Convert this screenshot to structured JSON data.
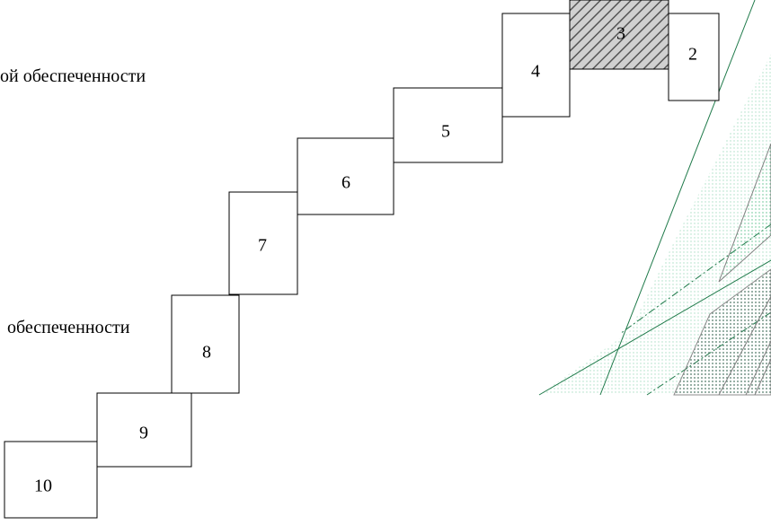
{
  "labels": {
    "top_text": "ой обеспеченности",
    "middle_text": "обеспеченности"
  },
  "steps": [
    {
      "label": "10",
      "highlighted": false
    },
    {
      "label": "9",
      "highlighted": false
    },
    {
      "label": "8",
      "highlighted": false
    },
    {
      "label": "7",
      "highlighted": false
    },
    {
      "label": "6",
      "highlighted": false
    },
    {
      "label": "5",
      "highlighted": false
    },
    {
      "label": "4",
      "highlighted": false
    },
    {
      "label": "3",
      "highlighted": true
    },
    {
      "label": "2",
      "highlighted": false
    }
  ],
  "colors": {
    "box_stroke": "#000000",
    "hatch": "#666666",
    "green_line": "#1f7a4a",
    "dot": "#6fc89b",
    "gray_shape": "#808080"
  }
}
